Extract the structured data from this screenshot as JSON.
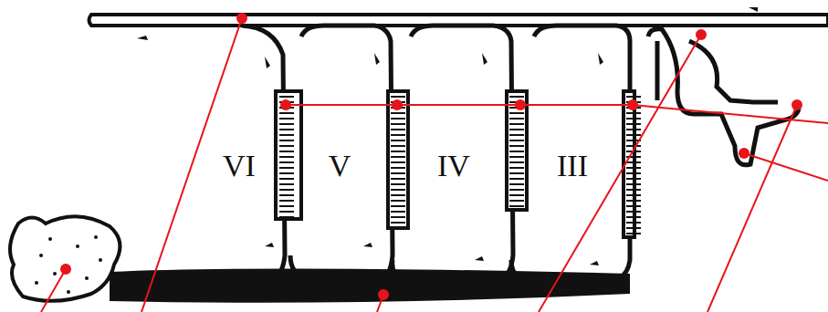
{
  "diagram": {
    "labels": [
      "VI",
      "V",
      "IV",
      "III"
    ]
  }
}
